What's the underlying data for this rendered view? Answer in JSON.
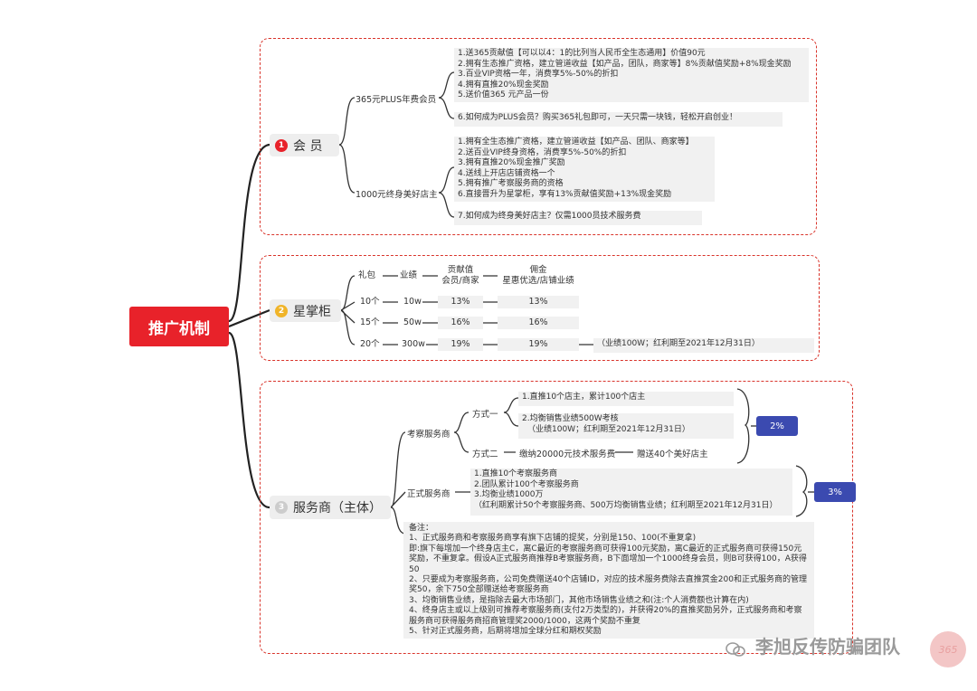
{
  "root": {
    "title": "推广机制"
  },
  "sections": {
    "member": {
      "num": "1",
      "label": "会 员",
      "branches": [
        {
          "label": "365元PLUS年费会员",
          "items": [
            "1.送365贡献值【可以以4：1的比列当人民币全生态通用】价值90元",
            "2.拥有生态推广资格，建立管道收益【如产品，团队，商家等】8%贡献值奖励+8%现金奖励",
            "3.百业VIP资格一年，消费享5%-50%的折扣",
            "4.拥有直推20%现金奖励",
            "5.送价值365 元产品一份"
          ],
          "extra": "6.如何成为PLUS会员？购买365礼包即可，一天只需一块钱，轻松开启创业！"
        },
        {
          "label": "1000元终身美好店主",
          "items": [
            "1.拥有全生态推广资格，建立管道收益【如产品、团队、商家等】",
            "2.送百业VIP终身资格，消费享5%-50%的折扣",
            "3.拥有直推20%现金推广奖励",
            "4.送线上开店店铺资格一个",
            "5.拥有推广考察服务商的资格",
            "6.直接晋升为星掌柜，享有13%贡献值奖励+13%现金奖励"
          ],
          "extra": "7.如何成为终身美好店主？仅需1000员技术服务费"
        }
      ]
    },
    "star": {
      "num": "2",
      "label": "星掌柜",
      "headers": {
        "c1": "礼包",
        "c2": "业绩",
        "c3a": "贡献值",
        "c3b": "会员/商家",
        "c4a": "佣金",
        "c4b": "星惠优选/店铺业绩"
      },
      "rows": [
        {
          "gift": "10个",
          "perf": "10w",
          "contrib": "13%",
          "comm": "13%",
          "note": ""
        },
        {
          "gift": "15个",
          "perf": "50w",
          "contrib": "16%",
          "comm": "16%",
          "note": ""
        },
        {
          "gift": "20个",
          "perf": "300w",
          "contrib": "19%",
          "comm": "19%",
          "note": "（业绩100W；红利期至2021年12月31日）"
        }
      ]
    },
    "provider": {
      "num": "3",
      "label": "服务商（主体）",
      "inspect": {
        "label": "考察服务商",
        "way1": "方式一",
        "way1_items": [
          "1.直推10个店主，累计100个店主",
          "2.均衡销售业绩500W考核",
          "（业绩100W；红利期至2021年12月31日）"
        ],
        "way2": "方式二",
        "way2_mid": "缴纳20000元技术服务费",
        "way2_end": "赠送40个美好店主",
        "pct": "2%"
      },
      "formal": {
        "label": "正式服务商",
        "items": [
          "1.直推10个考察服务商",
          "2.团队累计100个考察服务商",
          "3.均衡业绩1000万",
          "（红利期累计50个考察服务商、500万均衡销售业绩；红利期至2021年12月31日）"
        ],
        "pct": "3%"
      },
      "notes": [
        "备注：",
        "1、正式服务商和考察服务商享有旗下店铺的提奖，分别是150、100(不重复拿)",
        "即:旗下每增加一个终身店主C，离C最近的考察服务商可获得100元奖励，离C最近的正式服务商可获得150元奖励，不重复拿。假设A正式服务商推荐B考察服务商，B下面增加一个1000终身会员，则B可获得100，A获得50",
        "2、只要成为考察服务商，公司免费赠送40个店铺ID，对应的技术服务费除去直推赏金200和正式服务商的管理奖50，余下750全部赠送给考察服务商",
        "3、均衡销售业绩，是指除去最大市场部门，其他市场销售业绩之和(注:个人消费额也计算在内)",
        "4、终身店主或以上级别可推荐考察服务商(支付2万类型的)，并获得20%的直推奖励另外，正式服务商和考察服务商可获得服务商招商管理奖2000/1000，这两个奖励不重复",
        "5、针对正式服务商，后期将增加全球分红和期权奖励"
      ]
    }
  },
  "watermark": {
    "text": "李旭反传防骗团队",
    "stamp": "365"
  },
  "colors": {
    "accent": "#e8222a",
    "dash": "#d9342b",
    "badge": "#3b4ab0",
    "line": "#222222"
  }
}
